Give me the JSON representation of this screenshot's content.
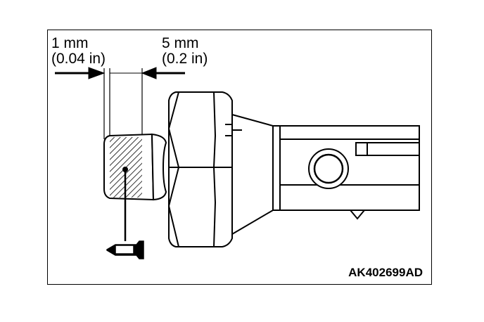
{
  "dimensions": {
    "left_mm": "1 mm",
    "left_in": "(0.04 in)",
    "right_mm": "5 mm",
    "right_in": "(0.2 in)"
  },
  "figure_code": "AK402699AD",
  "colors": {
    "line": "#000000",
    "background": "#ffffff"
  }
}
